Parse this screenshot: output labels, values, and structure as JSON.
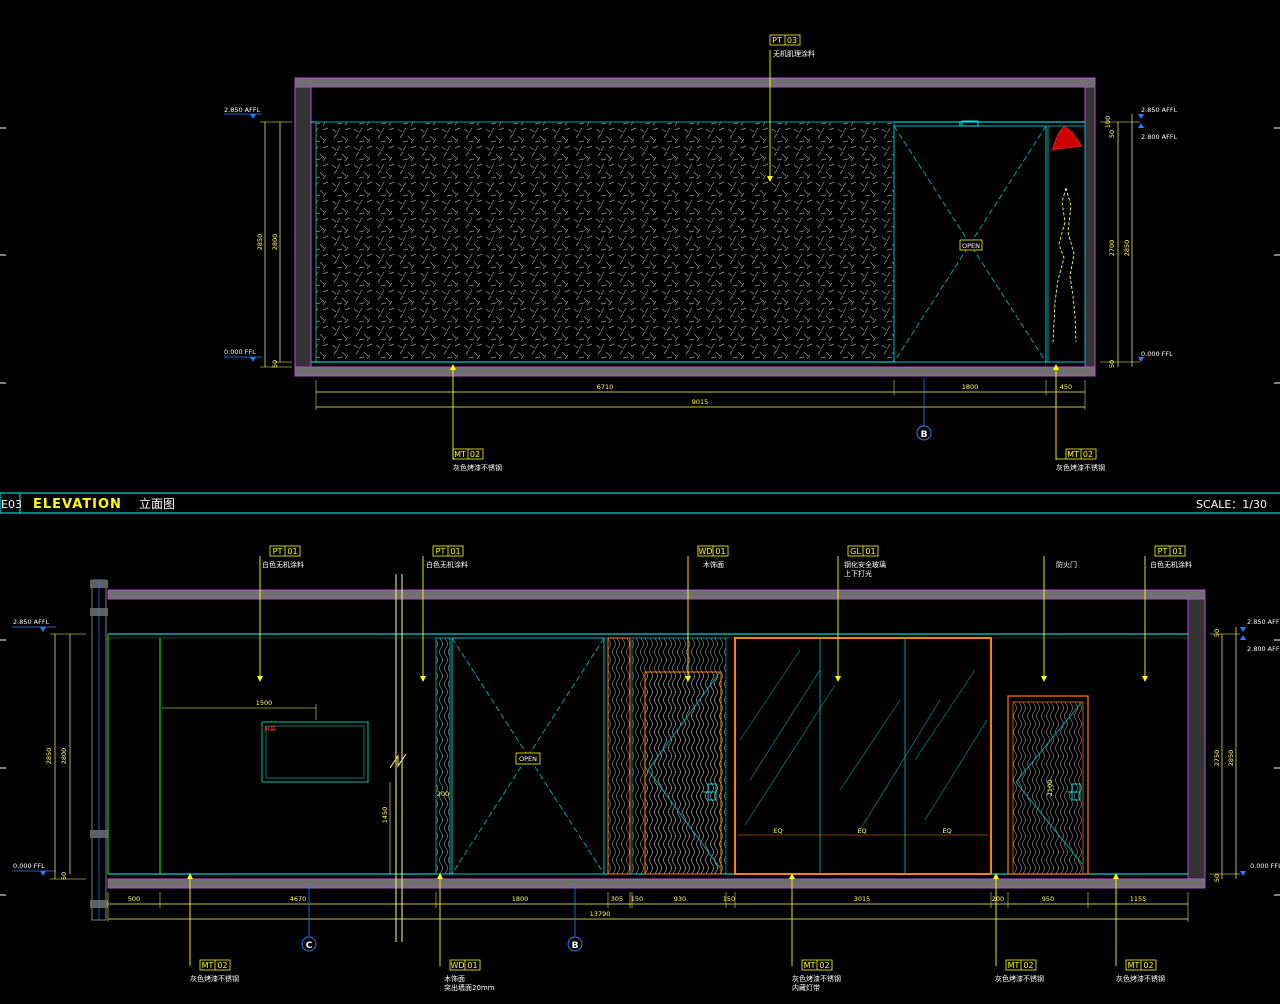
{
  "title_block": {
    "sheet_code": "E03",
    "title_en": "ELEVATION",
    "title_cn": "立面图",
    "scale": "SCALE：1/30"
  },
  "elevation_top": {
    "callouts": [
      {
        "code": "PT",
        "num": "03",
        "desc": "无机肌理涂料"
      },
      {
        "code": "MT",
        "num": "02",
        "desc": "灰色烤漆不锈钢"
      },
      {
        "code": "MT",
        "num": "02",
        "desc": "灰色烤漆不锈钢"
      }
    ],
    "levels": {
      "left_top": "2.850 AFFL",
      "left_bottom": "0.000 FFL",
      "right_top1": "2.850 AFFL",
      "right_top2": "2.800 AFFL",
      "right_bottom": "0.000 FFL"
    },
    "dims_vertical": {
      "left_a": "2850",
      "left_b": "2800",
      "left_c": "50",
      "right_a": "2700",
      "right_b": "2850",
      "right_c": "50",
      "right_d": "100",
      "right_e": "50"
    },
    "dims_horizontal": {
      "panel": "6710",
      "door": "1800",
      "end": "450",
      "total": "9015"
    },
    "door_label": "OPEN",
    "section_marker": "B"
  },
  "elevation_bottom": {
    "callouts_top": [
      {
        "code": "PT",
        "num": "01",
        "desc": "白色无机涂料"
      },
      {
        "code": "PT",
        "num": "01",
        "desc": "白色无机涂料"
      },
      {
        "code": "WD",
        "num": "01",
        "desc": "木饰面"
      },
      {
        "code": "GL",
        "num": "01",
        "desc": "钢化安全玻璃",
        "desc2": "上下打光"
      },
      {
        "code": "",
        "num": "",
        "desc": "防火门"
      },
      {
        "code": "PT",
        "num": "01",
        "desc": "白色无机涂料"
      }
    ],
    "callouts_bottom": [
      {
        "code": "MT",
        "num": "02",
        "desc": "灰色烤漆不锈钢"
      },
      {
        "code": "WD",
        "num": "01",
        "desc": "木饰面",
        "desc2": "突出墙面20mm"
      },
      {
        "code": "MT",
        "num": "02",
        "desc": "灰色烤漆不锈钢",
        "desc2": "内藏灯带"
      },
      {
        "code": "MT",
        "num": "02",
        "desc": "灰色烤漆不锈钢"
      },
      {
        "code": "MT",
        "num": "02",
        "desc": "灰色烤漆不锈钢"
      }
    ],
    "levels": {
      "left_top": "2.850 AFFL",
      "left_bottom": "0.000 FFL",
      "right_top1": "2.850 AFFL",
      "right_top2": "2.800 AFFL",
      "right_bottom": "0.000 FFL"
    },
    "dims_vertical": {
      "left_a": "2850",
      "left_b": "2800",
      "left_c": "50",
      "right_a": "2750",
      "right_b": "2850",
      "right_c": "50",
      "right_d": "50"
    },
    "dims_horizontal": [
      "500",
      "4670",
      "1800",
      "305",
      "150",
      "930",
      "150",
      "3015",
      "200",
      "950",
      "1155"
    ],
    "dim_total": "13790",
    "dim_screen": "1500",
    "dim_1450": "1450",
    "dim_200": "200",
    "dim_2100": "2100",
    "eq_labels": [
      "EQ",
      "EQ",
      "EQ"
    ],
    "door_label": "OPEN",
    "screen_label": "屏幕",
    "section_markers": [
      "C",
      "B"
    ]
  },
  "colors": {
    "yellow": "#ffff00",
    "cyan": "#00ffff",
    "purple": "#a040c0",
    "grey": "#808080",
    "green": "#00ff00",
    "orange": "#ff8000",
    "blue": "#2080ff",
    "red": "#ff0000"
  }
}
